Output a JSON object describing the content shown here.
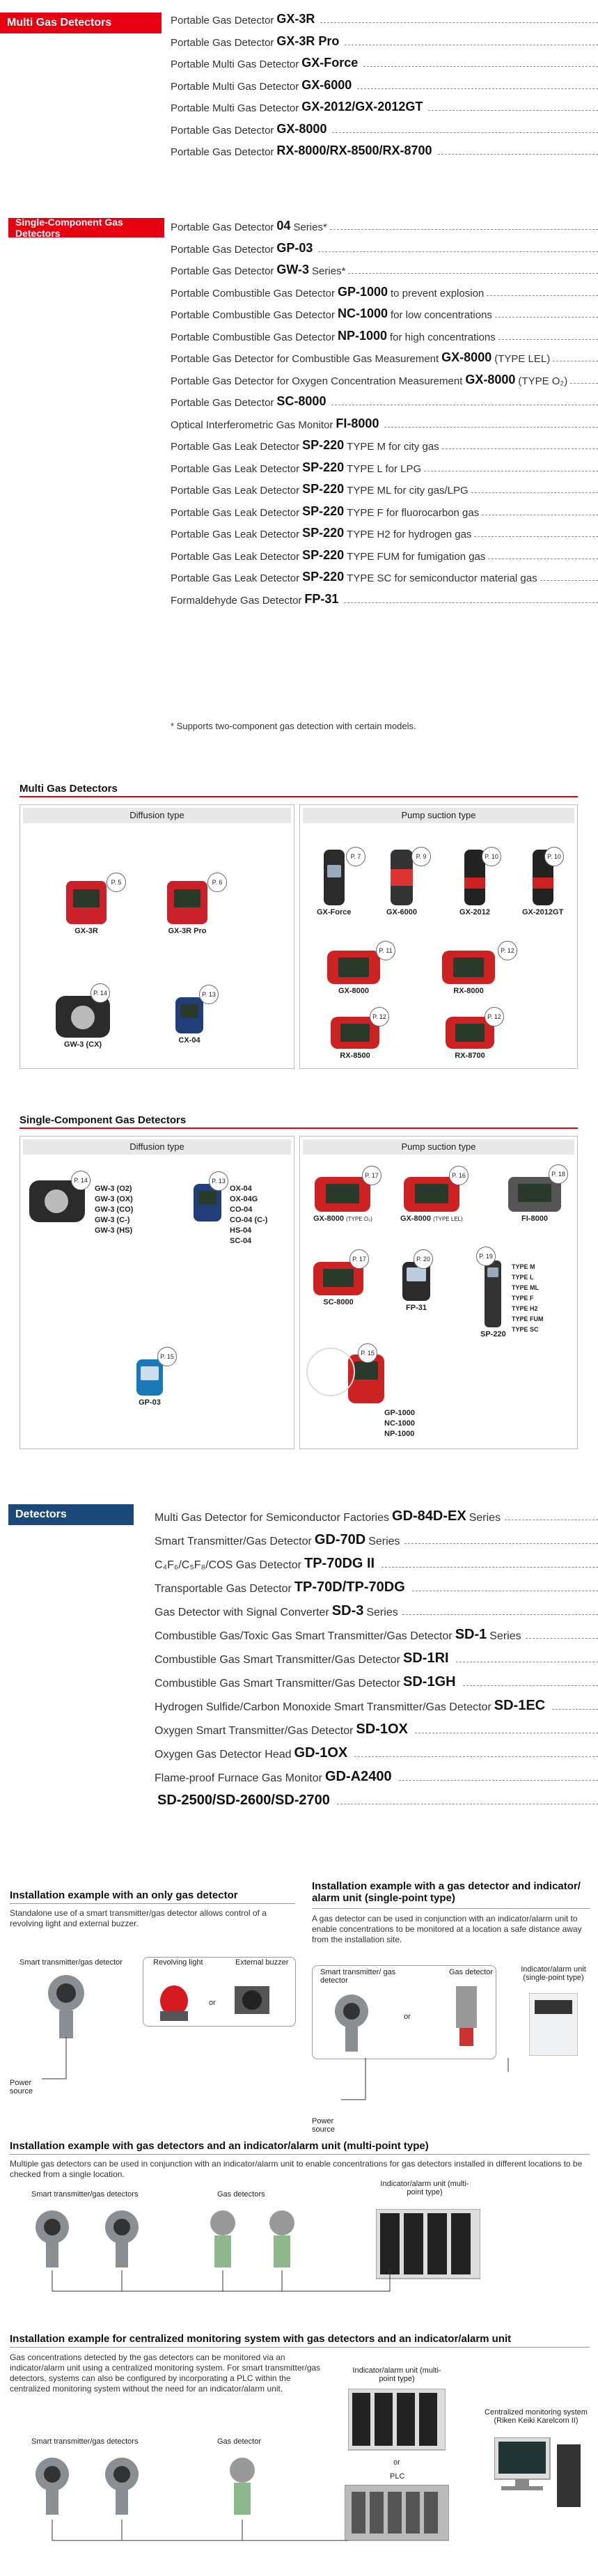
{
  "sec1": {
    "tag": "Multi Gas Detectors",
    "items": [
      {
        "pre": "Portable Gas Detector",
        "model": "GX-3R",
        "suf": ""
      },
      {
        "pre": "Portable Gas Detector",
        "model": "GX-3R Pro",
        "suf": ""
      },
      {
        "pre": "Portable Multi Gas Detector",
        "model": "GX-Force",
        "suf": ""
      },
      {
        "pre": "Portable Multi Gas Detector",
        "model": "GX-6000",
        "suf": ""
      },
      {
        "pre": "Portable Multi Gas Detector",
        "model": "GX-2012/GX-2012GT",
        "suf": ""
      },
      {
        "pre": "Portable Gas Detector",
        "model": "GX-8000",
        "suf": ""
      },
      {
        "pre": "Portable Gas Detector",
        "model": "RX-8000/RX-8500/RX-8700",
        "suf": ""
      }
    ]
  },
  "sec2": {
    "tag": "Single-Component Gas Detectors",
    "items": [
      {
        "pre": "Portable Gas Detector",
        "model": "04",
        "suf": "Series*"
      },
      {
        "pre": "Portable Gas Detector",
        "model": "GP-03",
        "suf": ""
      },
      {
        "pre": "Portable Gas Detector",
        "model": "GW-3",
        "suf": "Series*"
      },
      {
        "pre": "Portable Combustible Gas Detector",
        "model": "GP-1000",
        "suf": "to prevent explosion"
      },
      {
        "pre": "Portable Combustible Gas Detector",
        "model": "NC-1000",
        "suf": "for low concentrations"
      },
      {
        "pre": "Portable Combustible Gas Detector",
        "model": "NP-1000",
        "suf": "for high concentrations"
      },
      {
        "pre": "Portable Gas Detector for Combustible Gas Measurement",
        "model": "GX-8000",
        "suf": "(TYPE LEL)"
      },
      {
        "pre": "Portable Gas Detector for Oxygen Concentration Measurement",
        "model": "GX-8000",
        "suf": "(TYPE O₂)"
      },
      {
        "pre": "Portable Gas Detector",
        "model": "SC-8000",
        "suf": ""
      },
      {
        "pre": "Optical Interferometric Gas Monitor",
        "model": "FI-8000",
        "suf": ""
      },
      {
        "pre": "Portable Gas Leak Detector",
        "model": "SP-220",
        "suf": "TYPE M for city gas"
      },
      {
        "pre": "Portable Gas Leak Detector",
        "model": "SP-220",
        "suf": "TYPE L for LPG"
      },
      {
        "pre": "Portable Gas Leak Detector",
        "model": "SP-220",
        "suf": "TYPE ML for city gas/LPG"
      },
      {
        "pre": "Portable Gas Leak Detector",
        "model": "SP-220",
        "suf": "TYPE F for fluorocarbon gas"
      },
      {
        "pre": "Portable Gas Leak Detector",
        "model": "SP-220",
        "suf": "TYPE H2 for hydrogen gas"
      },
      {
        "pre": "Portable Gas Leak Detector",
        "model": "SP-220",
        "suf": "TYPE FUM for fumigation gas"
      },
      {
        "pre": "Portable Gas Leak Detector",
        "model": "SP-220",
        "suf": "TYPE SC for semiconductor material gas"
      },
      {
        "pre": "Formaldehyde Gas Detector",
        "model": "FP-31",
        "suf": ""
      }
    ],
    "note": "* Supports two-component gas detection with certain models."
  },
  "multi": {
    "title": "Multi Gas Detectors",
    "diffusion": "Diffusion type",
    "pump": "Pump suction type",
    "diff_items": [
      {
        "label": "GX-3R",
        "page": "P. 5"
      },
      {
        "label": "GX-3R Pro",
        "page": "P. 6"
      },
      {
        "label": "GW-3 (CX)",
        "page": "P. 14"
      },
      {
        "label": "CX-04",
        "page": "P. 13"
      }
    ],
    "pump_items": [
      {
        "label": "GX-Force",
        "page": "P. 7"
      },
      {
        "label": "GX-6000",
        "page": "P. 9"
      },
      {
        "label": "GX-2012",
        "page": "P. 10"
      },
      {
        "label": "GX-2012GT",
        "page": "P. 10"
      },
      {
        "label": "GX-8000",
        "page": "P. 11"
      },
      {
        "label": "RX-8000",
        "page": "P. 12"
      },
      {
        "label": "RX-8500",
        "page": "P. 12"
      },
      {
        "label": "RX-8700",
        "page": "P. 12"
      }
    ]
  },
  "single": {
    "title": "Single-Component Gas Detectors",
    "diffusion": "Diffusion type",
    "pump": "Pump suction type",
    "gw_page": "P. 14",
    "gw_list": [
      "GW-3 (O2)",
      "GW-3 (OX)",
      "GW-3 (CO)",
      "GW-3 (C-)",
      "GW-3 (HS)"
    ],
    "x04_page": "P. 13",
    "x04_list": [
      "OX-04",
      "OX-04G",
      "CO-04",
      "CO-04 (C-)",
      "HS-04",
      "SC-04"
    ],
    "gp03": {
      "label": "GP-03",
      "page": "P. 15"
    },
    "pump_items": [
      {
        "label": "GX-8000",
        "sub": "(TYPE O₂)",
        "page": "P. 17"
      },
      {
        "label": "GX-8000",
        "sub": "(TYPE LEL)",
        "page": "P. 16"
      },
      {
        "label": "FI-8000",
        "sub": "",
        "page": "P. 18"
      },
      {
        "label": "SC-8000",
        "sub": "",
        "page": "P. 17"
      },
      {
        "label": "FP-31",
        "sub": "",
        "page": "P. 20"
      },
      {
        "label": "SP-220",
        "sub": "",
        "page": "P. 19"
      }
    ],
    "sp_types": [
      "TYPE M",
      "TYPE L",
      "TYPE ML",
      "TYPE F",
      "TYPE H2",
      "TYPE FUM",
      "TYPE SC"
    ],
    "gp_group": {
      "page": "P. 15",
      "labels": [
        "GP-1000",
        "NC-1000",
        "NP-1000"
      ]
    }
  },
  "sec3": {
    "tag": "Detectors",
    "items": [
      {
        "pre": "Multi Gas Detector for Semiconductor Factories",
        "model": "GD-84D-EX",
        "suf": "Series"
      },
      {
        "pre": "Smart Transmitter/Gas Detector",
        "model": "GD-70D",
        "suf": "Series"
      },
      {
        "pre": "C₄F₆/C₅F₈/COS Gas Detector",
        "model": "TP-70DG II",
        "suf": ""
      },
      {
        "pre": "Transportable Gas Detector",
        "model": "TP-70D/TP-70DG",
        "suf": ""
      },
      {
        "pre": "Gas Detector with Signal Converter",
        "model": "SD-3",
        "suf": "Series"
      },
      {
        "pre": "Combustible Gas/Toxic Gas Smart Transmitter/Gas Detector",
        "model": "SD-1",
        "suf": "Series"
      },
      {
        "pre": "Combustible Gas Smart Transmitter/Gas Detector",
        "model": "SD-1RI",
        "suf": ""
      },
      {
        "pre": "Combustible Gas Smart Transmitter/Gas Detector",
        "model": "SD-1GH",
        "suf": ""
      },
      {
        "pre": "Hydrogen Sulfide/Carbon Monoxide Smart Transmitter/Gas Detector",
        "model": "SD-1EC",
        "suf": ""
      },
      {
        "pre": "Oxygen Smart Transmitter/Gas Detector",
        "model": "SD-1OX",
        "suf": ""
      },
      {
        "pre": "Oxygen Gas Detector Head",
        "model": "GD-1OX",
        "suf": ""
      },
      {
        "pre": "Flame-proof Furnace Gas Monitor",
        "model": "GD-A2400",
        "suf": ""
      },
      {
        "pre": "",
        "model": "SD-2500/SD-2600/SD-2700",
        "suf": ""
      }
    ]
  },
  "inst1": {
    "title": "Installation example with an only gas detector",
    "desc": "Standalone use of a smart transmitter/gas detector allows control of a revolving light and external buzzer.",
    "transmitter": "Smart transmitter/gas detector",
    "light": "Revolving light",
    "buzzer": "External buzzer",
    "or": "or",
    "power": "Power source"
  },
  "inst2": {
    "title": "Installation example with a gas detector and indicator/ alarm unit (single-point type)",
    "desc": "A gas detector can be used in conjunction with an indicator/alarm unit to enable concentrations to be monitored at a location a safe distance away from the installation site.",
    "transmitter": "Smart transmitter/ gas detector",
    "detector": "Gas detector",
    "or": "or",
    "alarm": "Indicator/alarm unit (single-point type)",
    "power": "Power source"
  },
  "inst3": {
    "title": "Installation example with gas detectors and an indicator/alarm unit (multi-point type)",
    "desc": "Multiple gas detectors can be used in conjunction with an indicator/alarm unit to enable concentrations for gas detectors installed in different locations to be checked from a single location.",
    "transmitters": "Smart transmitter/gas detectors",
    "detectors": "Gas detectors",
    "alarm": "Indicator/alarm unit (multi-point type)"
  },
  "inst4": {
    "title": "Installation example for centralized monitoring system with gas detectors and an indicator/alarm unit",
    "desc": "Gas concentrations detected by the gas detectors can be monitored via an indicator/alarm unit using a centralized monitoring system. For smart transmitter/gas detectors, systems can also be configured by incorporating a PLC within the centralized monitoring system without the need for an indicator/alarm unit.",
    "transmitters": "Smart transmitter/gas detectors",
    "detector": "Gas detector",
    "alarm": "Indicator/alarm unit (multi-point type)",
    "or": "or",
    "plc": "PLC",
    "system": "Centralized monitoring system (Riken Keiki Karelcom II)"
  },
  "colors": {
    "brand_red": "#e60012",
    "navy": "#1b4a7a"
  }
}
